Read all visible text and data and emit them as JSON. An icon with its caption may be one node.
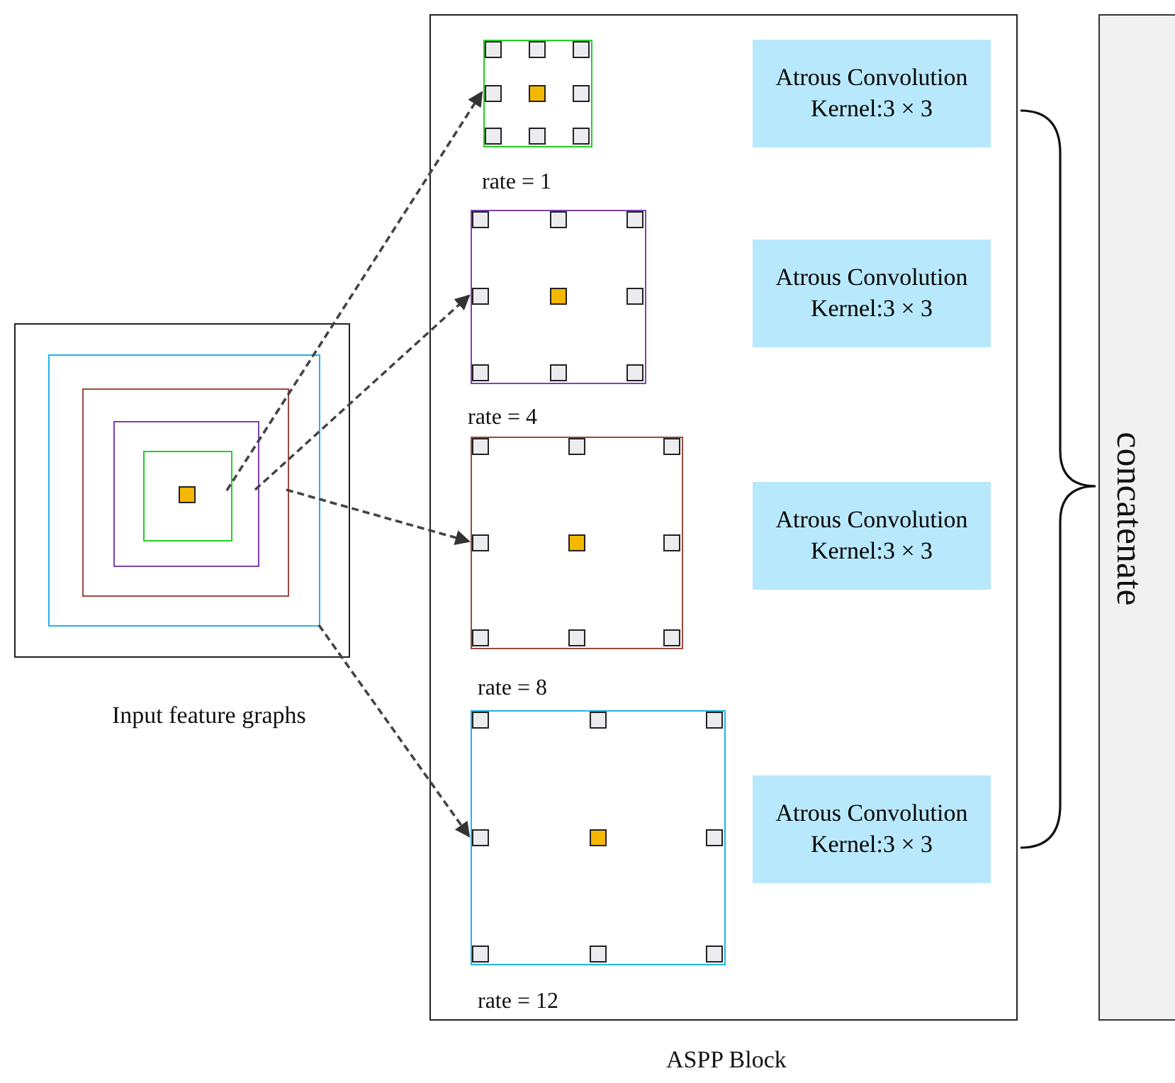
{
  "diagram": {
    "nodes": [
      {
        "text": [
          "Input feature graphs"
        ]
      },
      {
        "text": [],
        "shape": "box",
        "in": 0
      },
      {
        "text": [],
        "shape": "box",
        "in": 1
      },
      {
        "text": [],
        "shape": "box",
        "in": 2
      },
      {
        "text": [],
        "shape": "box",
        "in": 3
      },
      {
        "text": [
          "ASPP Block"
        ]
      },
      {
        "text": [],
        "shape": "box",
        "in": 5
      },
      {
        "text": [],
        "shape": "box",
        "in": 5
      },
      {
        "text": [],
        "shape": "box",
        "in": 5
      },
      {
        "text": [],
        "shape": "box",
        "in": 5
      },
      {
        "text": [
          "Atrous Convolution Kernel:3 × 3"
        ],
        "in": 5
      },
      {
        "text": [
          "Atrous Convolution Kernel:3 × 3"
        ],
        "in": 5
      },
      {
        "text": [
          "Atrous Convolution Kernel:3 × 3"
        ],
        "in": 5
      },
      {
        "text": [
          "Atrous Convolution Kernel:3 × 3"
        ],
        "in": 5
      },
      {
        "text": [
          "concatenate"
        ]
      }
    ],
    "edges": [
      {
        "from": 4,
        "to": 6,
        "arrow": "to",
        "style": "dashed"
      },
      {
        "from": 3,
        "to": 7,
        "arrow": "to",
        "style": "dashed"
      },
      {
        "from": 2,
        "to": 8,
        "arrow": "to",
        "style": "dashed"
      },
      {
        "from": 1,
        "to": 9,
        "arrow": "to",
        "style": "dashed"
      }
    ],
    "labels": [
      "rate = 1",
      "rate = 4",
      "rate = 8",
      "rate = 12"
    ]
  }
}
